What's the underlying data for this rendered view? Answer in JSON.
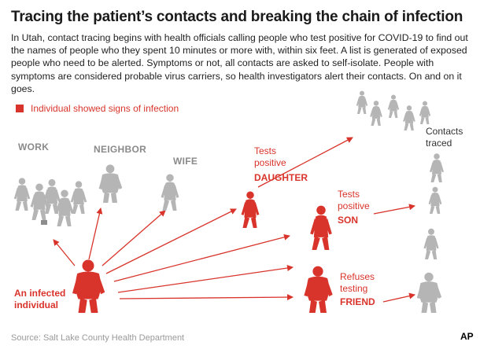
{
  "title": "Tracing the patient’s contacts and breaking the chain of infection",
  "intro": "In Utah, contact tracing begins with health officials calling people who test positive for COVID-19 to find out the names of people who they spent 10 minutes or more with, within six feet. A list is generated of exposed people who need to be alerted. Symptoms or not, all contacts are asked to self-isolate. People with symptoms are considered probable virus carriers, so health investigators alert their contacts. On and on it goes.",
  "legend": {
    "label": "Individual showed signs of infection",
    "color": "#d9342b"
  },
  "groups": {
    "work": "WORK",
    "neighbor": "NEIGHBOR",
    "wife": "WIFE",
    "contacts_traced": [
      "Contacts",
      "traced"
    ]
  },
  "cases": {
    "infected": [
      "An infected",
      "individual"
    ],
    "daughter": {
      "status": [
        "Tests",
        "positive"
      ],
      "name": "DAUGHTER"
    },
    "son": {
      "status": [
        "Tests",
        "positive"
      ],
      "name": "SON"
    },
    "friend": {
      "status": [
        "Refuses",
        "testing"
      ],
      "name": "FRIEND"
    }
  },
  "source": "Source: Salt Lake County Health Department",
  "credit": "AP",
  "colors": {
    "infected": "#d9342b",
    "contact": "#b5b5b5",
    "contact_dark": "#8d8d8d",
    "group_label": "#8a8a8a"
  }
}
